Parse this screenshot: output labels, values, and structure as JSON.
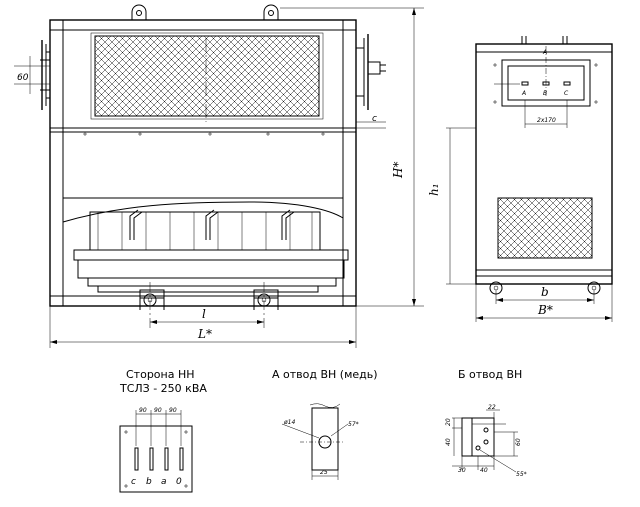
{
  "captions": {
    "lv_side_line1": "Сторона НН",
    "lv_side_line2": "ТСЛЗ - 250 кВА",
    "hv_tap_a": "А отвод ВН (медь)",
    "hv_tap_b": "Б отвод ВН"
  },
  "front_view": {
    "dim_60": "60",
    "dim_c": "c",
    "dim_H": "H*",
    "dim_l": "l",
    "dim_L": "L*"
  },
  "side_view": {
    "label_A_top": "A",
    "phase_A": "A",
    "phase_B": "B",
    "phase_C": "C",
    "dim_2x170": "2x170",
    "dim_h1": "h₁",
    "dim_b": "b",
    "dim_B": "B*"
  },
  "detail_lv": {
    "dim_90a": "90",
    "dim_90b": "90",
    "dim_90c": "90",
    "bus_labels": [
      "c",
      "b",
      "a",
      "0"
    ]
  },
  "detail_a": {
    "dim_hole": "ø14",
    "dim_57": "57*",
    "dim_25": "25"
  },
  "detail_b": {
    "dim_22": "22",
    "dim_20": "20",
    "dim_40": "40",
    "dim_60": "60",
    "dim_30": "30",
    "dim_40b": "40",
    "dim_55": "55*"
  }
}
